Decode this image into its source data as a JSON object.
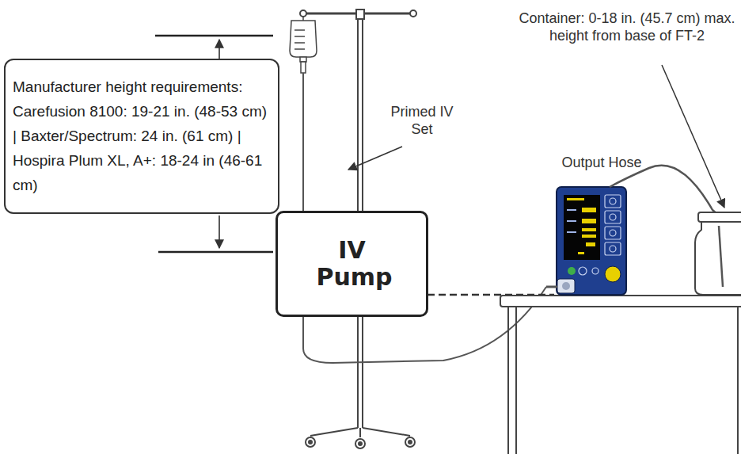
{
  "diagram": {
    "nodes": [
      {
        "text": [
          "Manufacturer height requirements: Carefusion 8100: 19-21 in. (48-53 cm) | Baxter/Spectrum: 24 in. (61 cm) | Hospira Plum XL, A+: 18-24 in (46-61 cm)"
        ]
      },
      {
        "text": [
          "IV Pump"
        ]
      }
    ],
    "labels": [
      "Primed IV Set",
      "Container: 0-18 in. (45.7 cm) max. height from base of FT-2",
      "Output Hose"
    ]
  }
}
